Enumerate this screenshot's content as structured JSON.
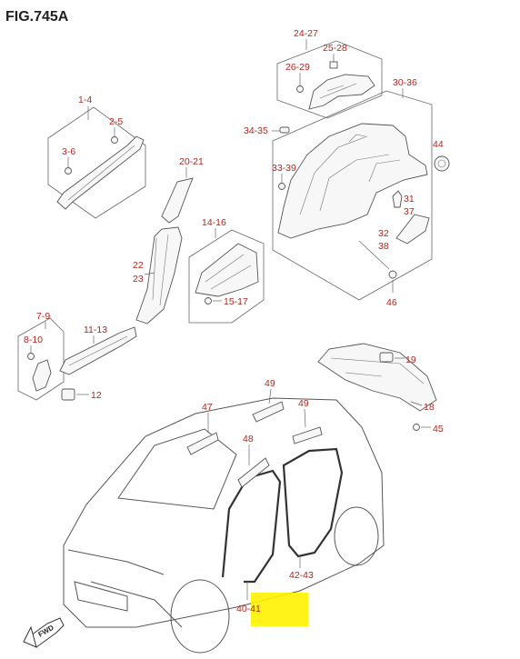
{
  "figure": {
    "title": "FIG.745A",
    "direction_label": "FWD"
  },
  "callouts": {
    "c1_4": "1-4",
    "c2_5": "2-5",
    "c3_6": "3-6",
    "c7_9": "7-9",
    "c8_10": "8-10",
    "c11_13": "11-13",
    "c12": "12",
    "c14_16": "14-16",
    "c15_17": "15-17",
    "c20_21": "20-21",
    "c22": "22",
    "c23": "23",
    "c24_27": "24-27",
    "c25_28": "25-28",
    "c26_29": "26-29",
    "c30_36": "30-36",
    "c34_35": "34-35",
    "c33_39": "33-39",
    "c31": "31",
    "c37": "37",
    "c32": "32",
    "c38": "38",
    "c44": "44",
    "c46": "46",
    "c19": "19",
    "c18": "18",
    "c45": "45",
    "c47": "47",
    "c48": "48",
    "c49a": "49",
    "c49b": "49",
    "c42_43": "42-43",
    "c40_41": "40-41"
  },
  "colors": {
    "callout": "#b3261e",
    "highlight": "#fff200",
    "line": "#555555"
  }
}
